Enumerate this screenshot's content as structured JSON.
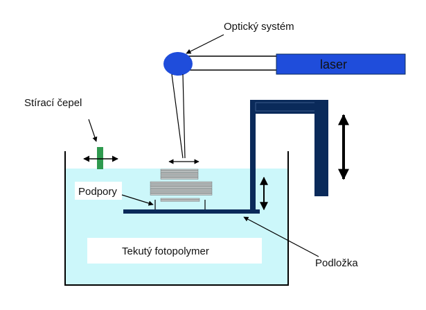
{
  "labels": {
    "optical_system": "Optický systém",
    "laser": "laser",
    "blade": "Stírací čepel",
    "supports": "Podpory",
    "liquid": "Tekutý fotopolymer",
    "platform": "Podložka"
  },
  "colors": {
    "vat_liquid": "#ccf7fa",
    "outline": "#0a2a5a",
    "platform": "#0a2a5a",
    "laser_box": "#1f4ddb",
    "optic_ball": "#1f4ddb",
    "blade": "#2f9a4f",
    "layers": "#cfcfcf",
    "text_box": "#ffffff"
  },
  "icons": {
    "blade_arrow": "double-horizontal-arrow",
    "platform_arrow": "double-vertical-arrow",
    "elevator_arrow": "double-vertical-arrow"
  }
}
